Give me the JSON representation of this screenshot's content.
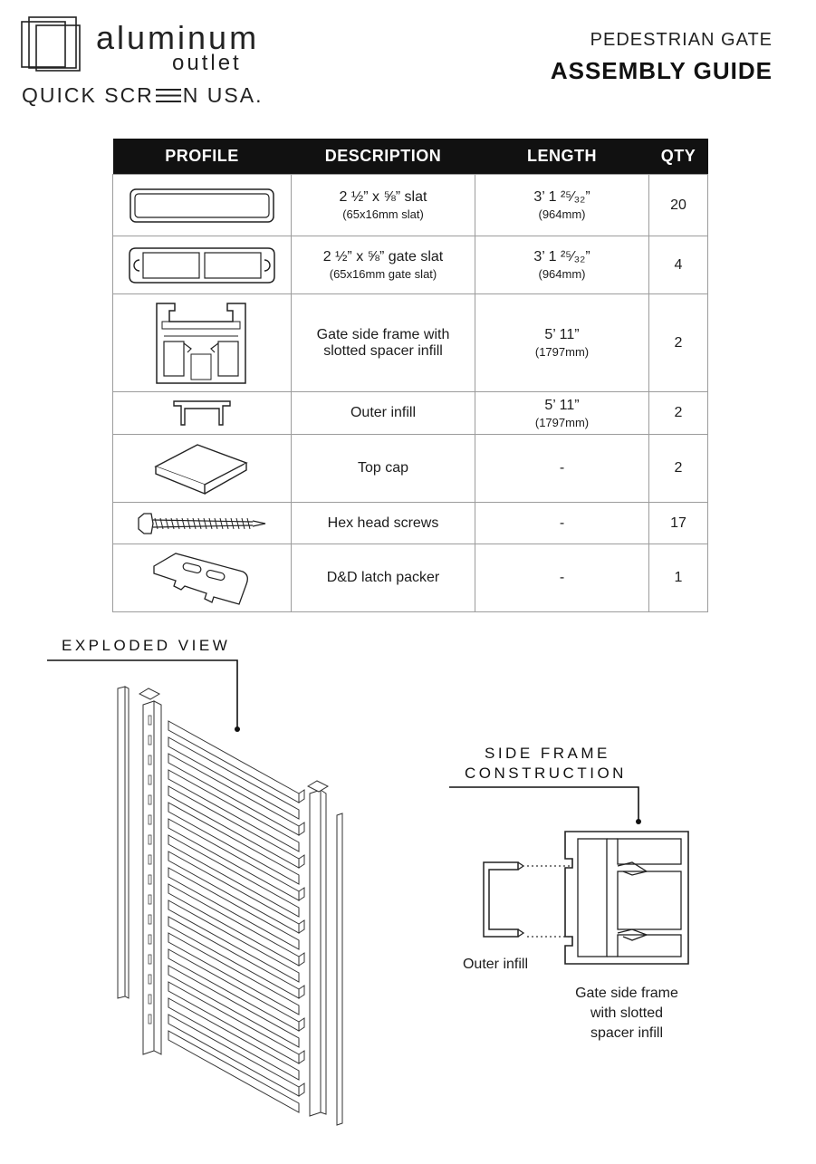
{
  "brand": {
    "name_line1": "aluminum",
    "name_line2": "outlet",
    "sub_part1": "QUICK SCR",
    "sub_part2": "N USA."
  },
  "header": {
    "title": "PEDESTRIAN GATE",
    "subtitle": "ASSEMBLY GUIDE"
  },
  "table": {
    "headers": [
      "PROFILE",
      "DESCRIPTION",
      "LENGTH",
      "QTY"
    ],
    "rows": [
      {
        "desc": "2 ½” x ⅝” slat",
        "desc_sub": "(65x16mm slat)",
        "length": "3’ 1 ²⁵⁄₃₂”",
        "length_sub": "(964mm)",
        "qty": "20"
      },
      {
        "desc": "2 ½” x ⅝” gate slat",
        "desc_sub": "(65x16mm gate slat)",
        "length": "3’ 1 ²⁵⁄₃₂”",
        "length_sub": "(964mm)",
        "qty": "4"
      },
      {
        "desc": "Gate side frame with slotted spacer infill",
        "desc_sub": "",
        "length": "5’ 11”",
        "length_sub": "(1797mm)",
        "qty": "2"
      },
      {
        "desc": "Outer infill",
        "desc_sub": "",
        "length": "5’ 11”",
        "length_sub": "(1797mm)",
        "qty": "2"
      },
      {
        "desc": "Top cap",
        "desc_sub": "",
        "length": "-",
        "length_sub": "",
        "qty": "2"
      },
      {
        "desc": "Hex head screws",
        "desc_sub": "",
        "length": "-",
        "length_sub": "",
        "qty": "17"
      },
      {
        "desc": "D&D latch packer",
        "desc_sub": "",
        "length": "-",
        "length_sub": "",
        "qty": "1"
      }
    ]
  },
  "exploded": {
    "label": "EXPLODED VIEW"
  },
  "side_frame": {
    "label_line1": "SIDE FRAME",
    "label_line2": "CONSTRUCTION",
    "outer_caption": "Outer infill",
    "frame_caption_1": "Gate side frame",
    "frame_caption_2": "with slotted",
    "frame_caption_3": "spacer infill"
  }
}
